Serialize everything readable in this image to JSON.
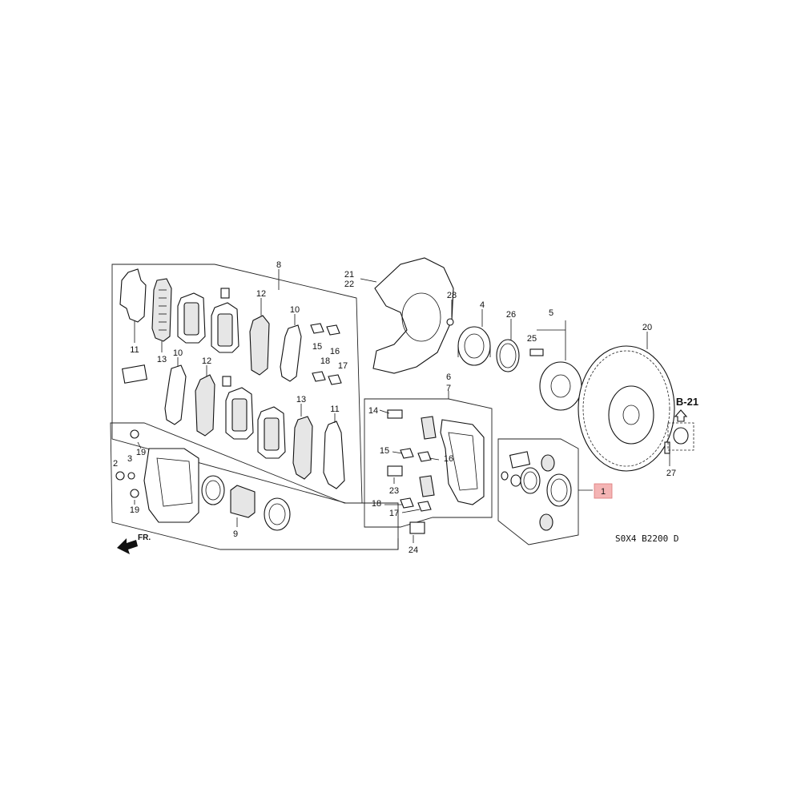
{
  "callouts": {
    "c1": "1",
    "c2": "2",
    "c3": "3",
    "c4": "4",
    "c5": "5",
    "c6": "6",
    "c7": "7",
    "c8": "8",
    "c9": "9",
    "c10a": "10",
    "c10b": "10",
    "c11a": "11",
    "c11b": "11",
    "c12a": "12",
    "c12b": "12",
    "c13a": "13",
    "c13b": "13",
    "c14": "14",
    "c15a": "15",
    "c15b": "15",
    "c16a": "16",
    "c16b": "16",
    "c17a": "17",
    "c17b": "17",
    "c18a": "18",
    "c18b": "18",
    "c19a": "19",
    "c19b": "19",
    "c20": "20",
    "c21": "21",
    "c22": "22",
    "c23": "23",
    "c24": "24",
    "c25": "25",
    "c26": "26",
    "c27": "27",
    "c28": "28"
  },
  "ref_label": "B-21",
  "front_label": "FR.",
  "diagram_code": "S0X4  B2200 D",
  "highlight_color": "#f4b4b4"
}
